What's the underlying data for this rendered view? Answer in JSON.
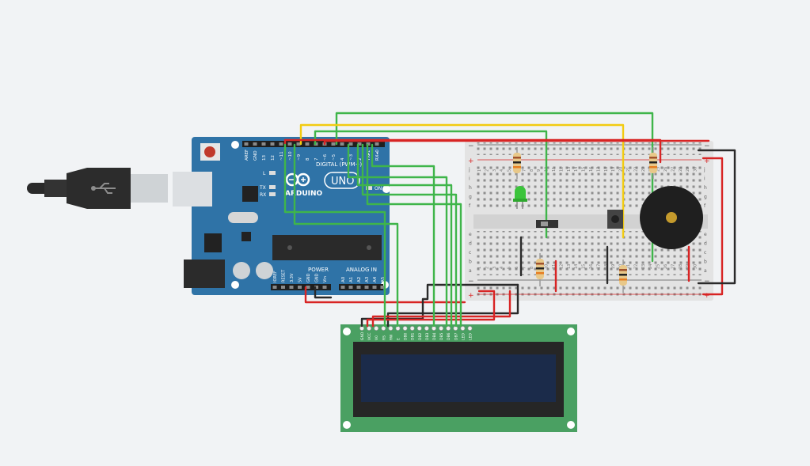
{
  "arduino": {
    "brand": "ARDUINO",
    "model": "UNO",
    "digital_label": "DIGITAL (PWM~)",
    "power_label": "POWER",
    "analog_label": "ANALOG IN",
    "on_label": "ON",
    "led_labels": {
      "l": "L",
      "tx": "TX",
      "rx": "RX"
    },
    "digital_pins": [
      "AREF",
      "GND",
      "13",
      "12",
      "~11",
      "~10",
      "~9",
      "8",
      "7",
      "~6",
      "~5",
      "4",
      "~3",
      "2",
      "TX▸1",
      "RX◂0"
    ],
    "power_pins": [
      "IOREF",
      "RESET",
      "3.3V",
      "5V",
      "GND",
      "GND",
      "Vin"
    ],
    "analog_pins": [
      "A0",
      "A1",
      "A2",
      "A3",
      "A4",
      "A5"
    ]
  },
  "lcd": {
    "pins": [
      "GND",
      "VCC",
      "V0",
      "RS",
      "RW",
      "E",
      "DB0",
      "DB1",
      "DB2",
      "DB3",
      "DB4",
      "DB5",
      "DB6",
      "DB7",
      "LED",
      "LED"
    ]
  },
  "breadboard": {
    "row_letters_top": [
      "j",
      "i",
      "h",
      "g",
      "f"
    ],
    "row_letters_bottom": [
      "e",
      "d",
      "c",
      "b",
      "a"
    ],
    "column_numbers": [
      "1",
      "2",
      "3",
      "4",
      "5",
      "6",
      "7",
      "8",
      "9",
      "10",
      "11",
      "12",
      "13",
      "14",
      "15",
      "16",
      "17",
      "18",
      "19",
      "20",
      "21",
      "22",
      "23",
      "24",
      "25",
      "26",
      "27",
      "28",
      "29",
      "30"
    ],
    "rail_plus": "+",
    "rail_minus": "−"
  },
  "wire_colors": {
    "red": "#d82424",
    "black": "#2a2a2a",
    "green": "#3fb54a",
    "yellow": "#f2cb10"
  }
}
